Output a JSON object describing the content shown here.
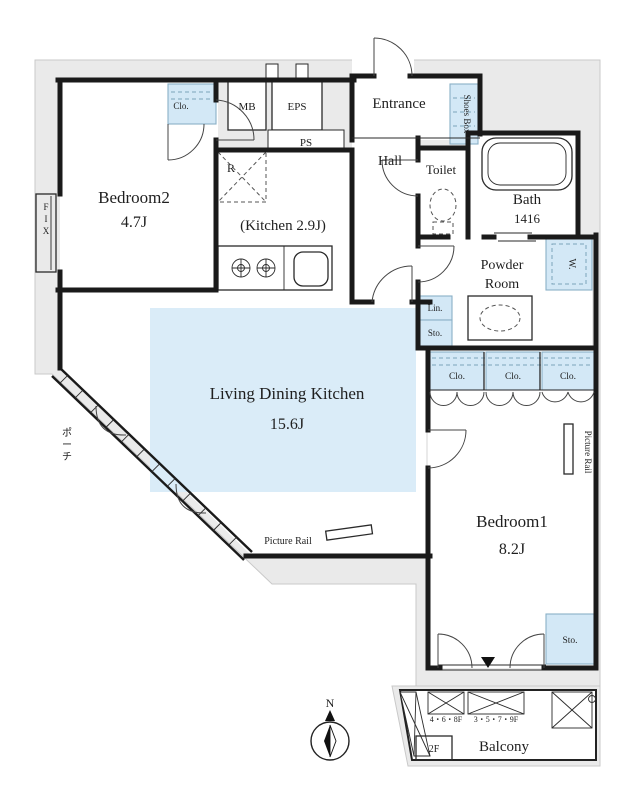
{
  "plan": {
    "rooms": {
      "bedroom2": {
        "name": "Bedroom2",
        "size": "4.7J"
      },
      "kitchen": {
        "label": "(Kitchen 2.9J)"
      },
      "ldk": {
        "name": "Living Dining Kitchen",
        "size": "15.6J"
      },
      "bedroom1": {
        "name": "Bedroom1",
        "size": "8.2J"
      },
      "entrance": {
        "label": "Entrance"
      },
      "hall": {
        "label": "Hall"
      },
      "toilet": {
        "label": "Toilet"
      },
      "bath": {
        "label": "Bath",
        "size": "1416"
      },
      "powder": {
        "line1": "Powder",
        "line2": "Room"
      },
      "balcony": {
        "label": "Balcony"
      }
    },
    "fixtures": {
      "mb": "MB",
      "eps": "EPS",
      "ps": "PS",
      "shoes_box": "Shoes Box",
      "refrigerator": "R",
      "washer": "W.",
      "linen": "Lin.",
      "storage": "Sto.",
      "closet": "Clo.",
      "picture_rail": "Picture Rail",
      "fix_window": [
        "F",
        "I",
        "X"
      ],
      "porch": [
        "ポ",
        "ー",
        "チ"
      ]
    },
    "annotations": {
      "floors_468": "4・6・8F",
      "floors_3579": "3・5・7・9F",
      "floor_2f": "2F",
      "north": "N"
    },
    "colors": {
      "shade_blue": "#daecf8",
      "outline_gray": "#eaeaea",
      "wall": "#1a1a1a"
    }
  }
}
